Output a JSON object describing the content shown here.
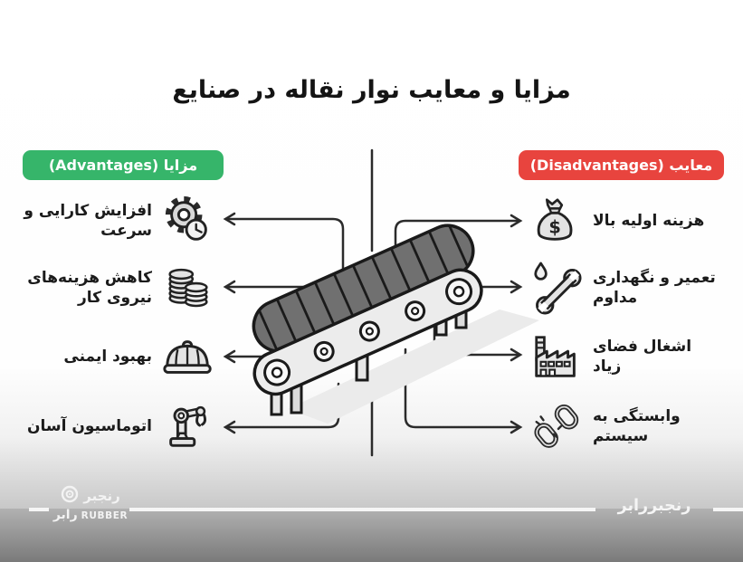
{
  "title": "مزایا و معایب نوار نقاله در صنایع",
  "advantages": {
    "badge": "مزایا (Advantages)",
    "color": "#36b56a",
    "items": [
      {
        "label": "افزایش کارایی و سرعت",
        "icon": "gear-clock-icon"
      },
      {
        "label": "کاهش هزینه‌های نیروی کار",
        "icon": "coins-stack-icon"
      },
      {
        "label": "بهبود ایمنی",
        "icon": "hard-hat-icon"
      },
      {
        "label": "اتوماسیون آسان",
        "icon": "robot-arm-icon"
      }
    ]
  },
  "disadvantages": {
    "badge": "معایب (Disadvantages)",
    "color": "#e8443e",
    "items": [
      {
        "label": "هزینه اولیه بالا",
        "icon": "money-bag-icon"
      },
      {
        "label": "تعمیر و نگهداری مداوم",
        "icon": "wrench-drop-icon"
      },
      {
        "label": "اشغال فضای زیاد",
        "icon": "factory-icon"
      },
      {
        "label": "وابستگی به سیستم",
        "icon": "broken-chain-icon"
      }
    ]
  },
  "center": {
    "illustration": "conveyor-belt",
    "line_color": "#2b2b2b"
  },
  "footer": {
    "logo_top": "رنجبر",
    "logo_bottom_fa": "رابر",
    "logo_bottom_en": "RUBBER",
    "wordmark": "رنجبررابر"
  }
}
